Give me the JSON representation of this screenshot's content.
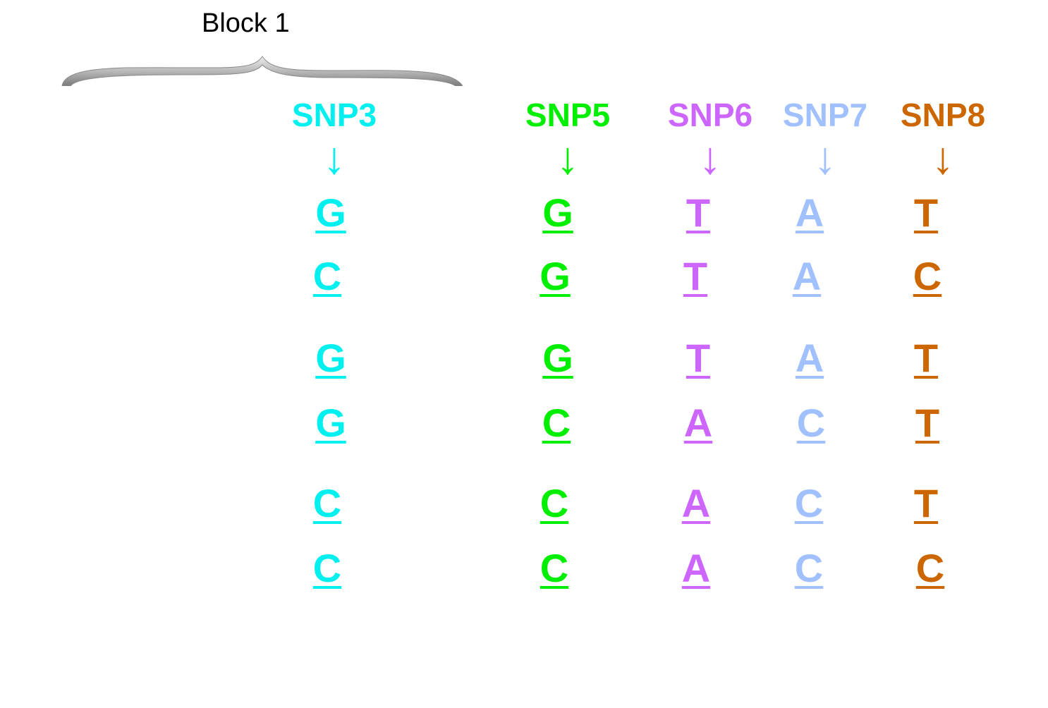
{
  "block": {
    "label": "Block 1"
  },
  "colors": {
    "SNP3": "#00f0f0",
    "SNP5": "#00ee00",
    "SNP6": "#cc66ff",
    "SNP7": "#a0c0ff",
    "SNP8": "#cc6600",
    "brace": "#a8a8a8"
  },
  "arrow_glyph": "↓",
  "columns": [
    {
      "id": "SNP3",
      "label": "SNP3",
      "bases": [
        "G",
        "C",
        "G",
        "G",
        "C",
        "C"
      ]
    },
    {
      "id": "SNP5",
      "label": "SNP5",
      "bases": [
        "G",
        "G",
        "G",
        "C",
        "C",
        "C"
      ]
    },
    {
      "id": "SNP6",
      "label": "SNP6",
      "bases": [
        "T",
        "T",
        "T",
        "A",
        "A",
        "A"
      ]
    },
    {
      "id": "SNP7",
      "label": "SNP7",
      "bases": [
        "A",
        "A",
        "A",
        "C",
        "C",
        "C"
      ]
    },
    {
      "id": "SNP8",
      "label": "SNP8",
      "bases": [
        "T",
        "C",
        "T",
        "T",
        "T",
        "C"
      ]
    }
  ]
}
